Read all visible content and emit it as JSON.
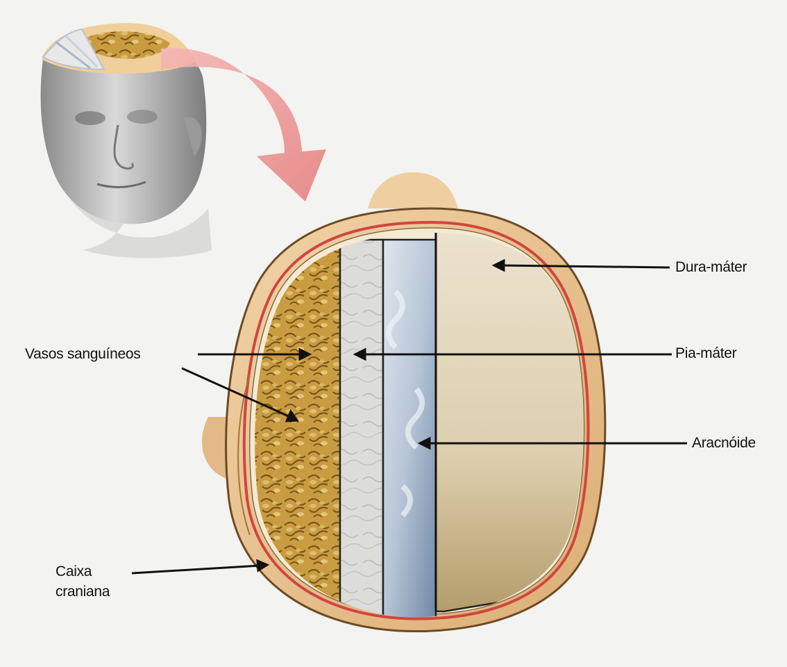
{
  "labels": {
    "dura": "Dura-máter",
    "pia": "Pia-máter",
    "aracnoide": "Aracnóide",
    "vasos": "Vasos sanguíneos",
    "caixa_line1": "Caixa",
    "caixa_line2": "craniana"
  },
  "colors": {
    "background": "#f3f3f1",
    "scalp": "#e9c08f",
    "skull_line": "#d1463f",
    "dura": "#e0d1b3",
    "arachnoid": "#b9c7d8",
    "pia": "#dcdcda",
    "brain": "#c79a3f",
    "arrow": "#e8878a",
    "leader_line": "#111111"
  }
}
